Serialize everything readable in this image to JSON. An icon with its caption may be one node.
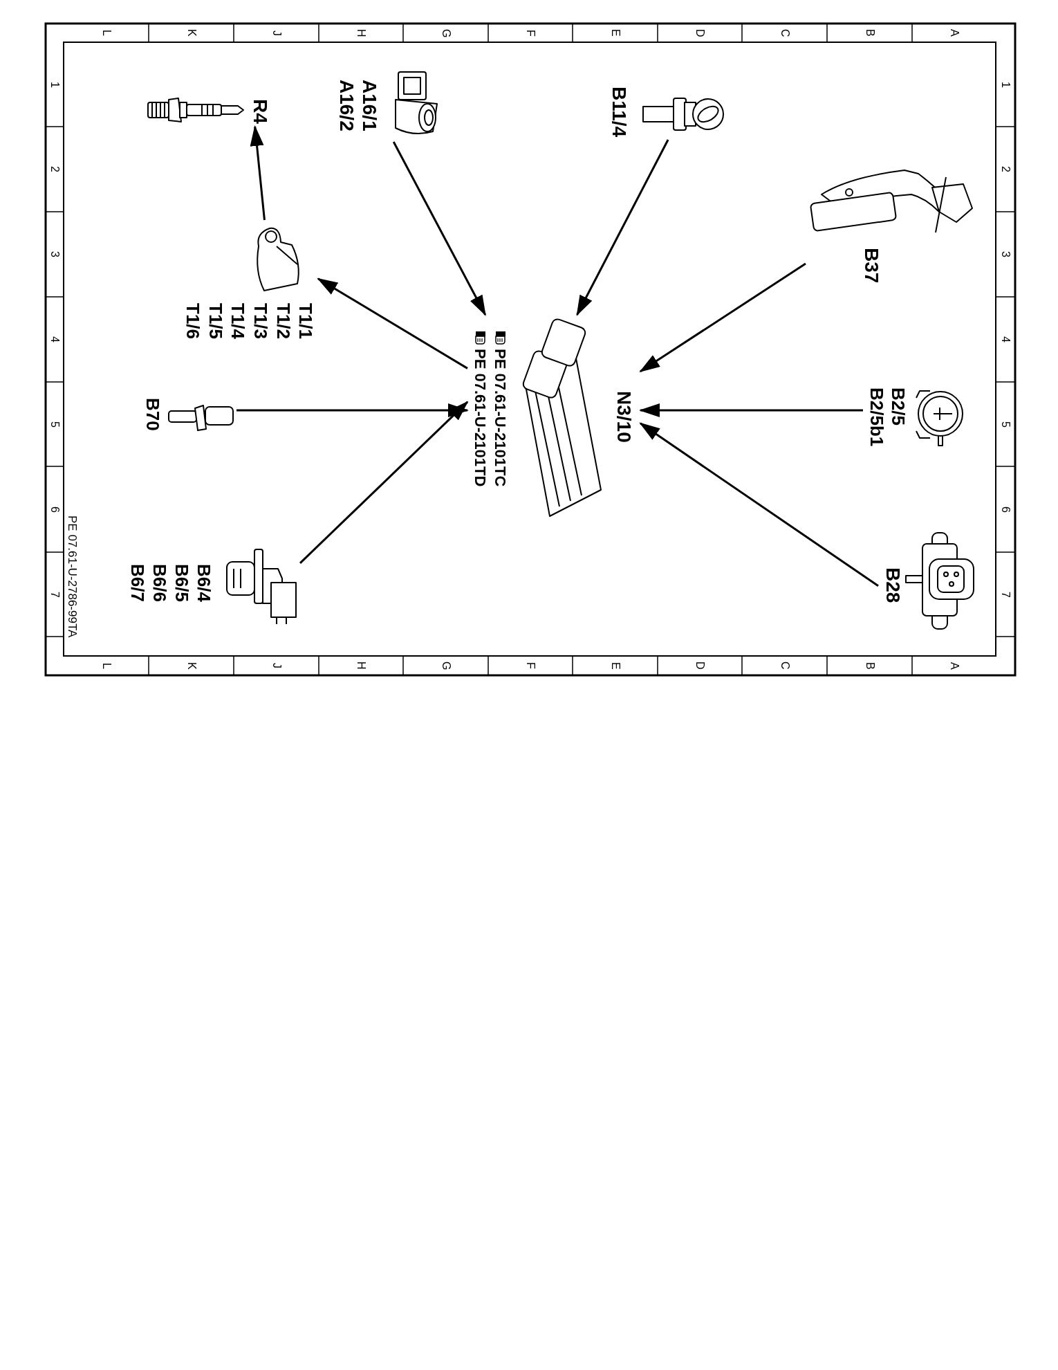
{
  "diagram": {
    "nodes": [
      {
        "text": [
          "N3/10",
          "PE 07.61-U-2101TC",
          "PE 07.61-U-2101TD"
        ]
      },
      {
        "text": [
          "A16/1",
          "A16/2"
        ]
      },
      {
        "text": [
          "B11/4"
        ]
      },
      {
        "text": [
          "B37"
        ]
      },
      {
        "text": [
          "B2/5",
          "B2/5b1"
        ]
      },
      {
        "text": [
          "B28"
        ]
      },
      {
        "text": [
          "B6/4",
          "B6/5",
          "B6/6",
          "B6/7"
        ]
      },
      {
        "text": [
          "B70"
        ]
      },
      {
        "text": [
          "T1/1",
          "T1/2",
          "T1/3",
          "T1/4",
          "T1/5",
          "T1/6"
        ]
      },
      {
        "text": [
          "R4"
        ]
      }
    ],
    "edges": [
      {
        "from": 1,
        "to": 0,
        "arrow": "to"
      },
      {
        "from": 2,
        "to": 0,
        "arrow": "to"
      },
      {
        "from": 3,
        "to": 0,
        "arrow": "to"
      },
      {
        "from": 4,
        "to": 0,
        "arrow": "to"
      },
      {
        "from": 5,
        "to": 0,
        "arrow": "to"
      },
      {
        "from": 6,
        "to": 0,
        "arrow": "to"
      },
      {
        "from": 7,
        "to": 0,
        "arrow": "to"
      },
      {
        "from": 0,
        "to": 8,
        "arrow": "to"
      },
      {
        "from": 8,
        "to": 9,
        "arrow": "to"
      }
    ],
    "labels": [
      "L",
      "K",
      "J",
      "H",
      "G",
      "F",
      "E",
      "D",
      "C",
      "B",
      "A",
      "1",
      "2",
      "3",
      "4",
      "5",
      "6",
      "7",
      "1",
      "2",
      "3",
      "4",
      "5",
      "6",
      "7",
      "L",
      "K",
      "J",
      "H",
      "G",
      "F",
      "E",
      "D",
      "C",
      "B",
      "A",
      "PE 07.61-U-2786-99TA"
    ]
  }
}
